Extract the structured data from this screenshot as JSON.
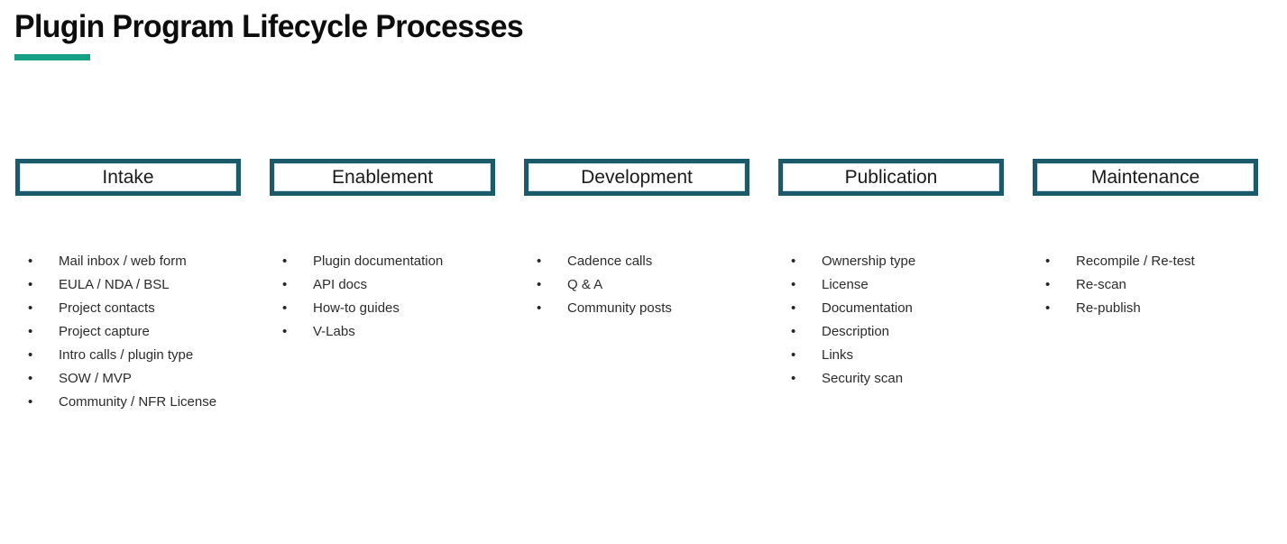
{
  "page": {
    "title": "Plugin Program Lifecycle Processes",
    "background_color": "#ffffff",
    "accent_color": "#16a085",
    "box_border_color": "#1a5a6b",
    "text_color": "#2b2b2b",
    "bullet_glyph": "•"
  },
  "stages": [
    {
      "name": "intake",
      "label": "Intake",
      "items": [
        "Mail inbox / web form",
        "EULA / NDA / BSL",
        "Project contacts",
        "Project capture",
        "Intro calls / plugin type",
        "SOW / MVP",
        "Community / NFR License"
      ]
    },
    {
      "name": "enablement",
      "label": "Enablement",
      "items": [
        "Plugin documentation",
        "API docs",
        "How-to guides",
        "V-Labs"
      ]
    },
    {
      "name": "development",
      "label": "Development",
      "items": [
        "Cadence calls",
        "Q & A",
        "Community posts"
      ]
    },
    {
      "name": "publication",
      "label": "Publication",
      "items": [
        "Ownership type",
        "License",
        "Documentation",
        "Description",
        "Links",
        "Security scan"
      ]
    },
    {
      "name": "maintenance",
      "label": "Maintenance",
      "items": [
        "Recompile / Re-test",
        "Re-scan",
        "Re-publish"
      ]
    }
  ]
}
